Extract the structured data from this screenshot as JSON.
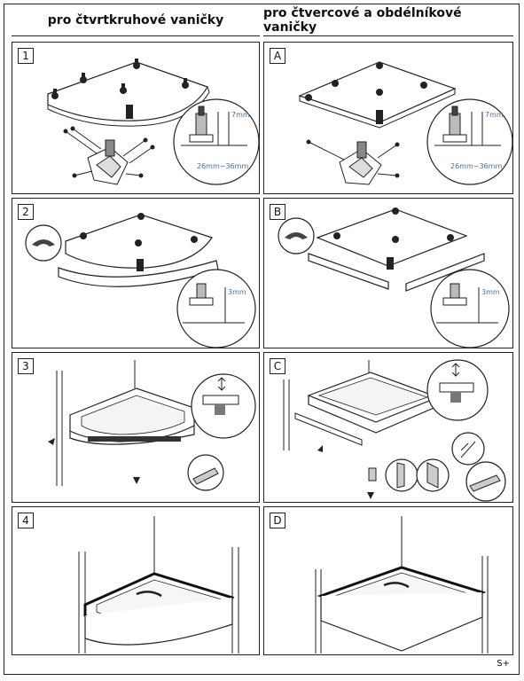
{
  "columns": {
    "left_title": "pro čtvrtkruhové vaničky",
    "right_title": "pro čtvercové a obdélníkové vaničky"
  },
  "steps": {
    "left": [
      "1",
      "2",
      "3",
      "4"
    ],
    "right": [
      "A",
      "B",
      "C",
      "D"
    ]
  },
  "dimensions": {
    "height_adjust": "7mm",
    "range": "26mm~36mm",
    "gap": "3mm"
  },
  "footer": {
    "code": "S+"
  }
}
